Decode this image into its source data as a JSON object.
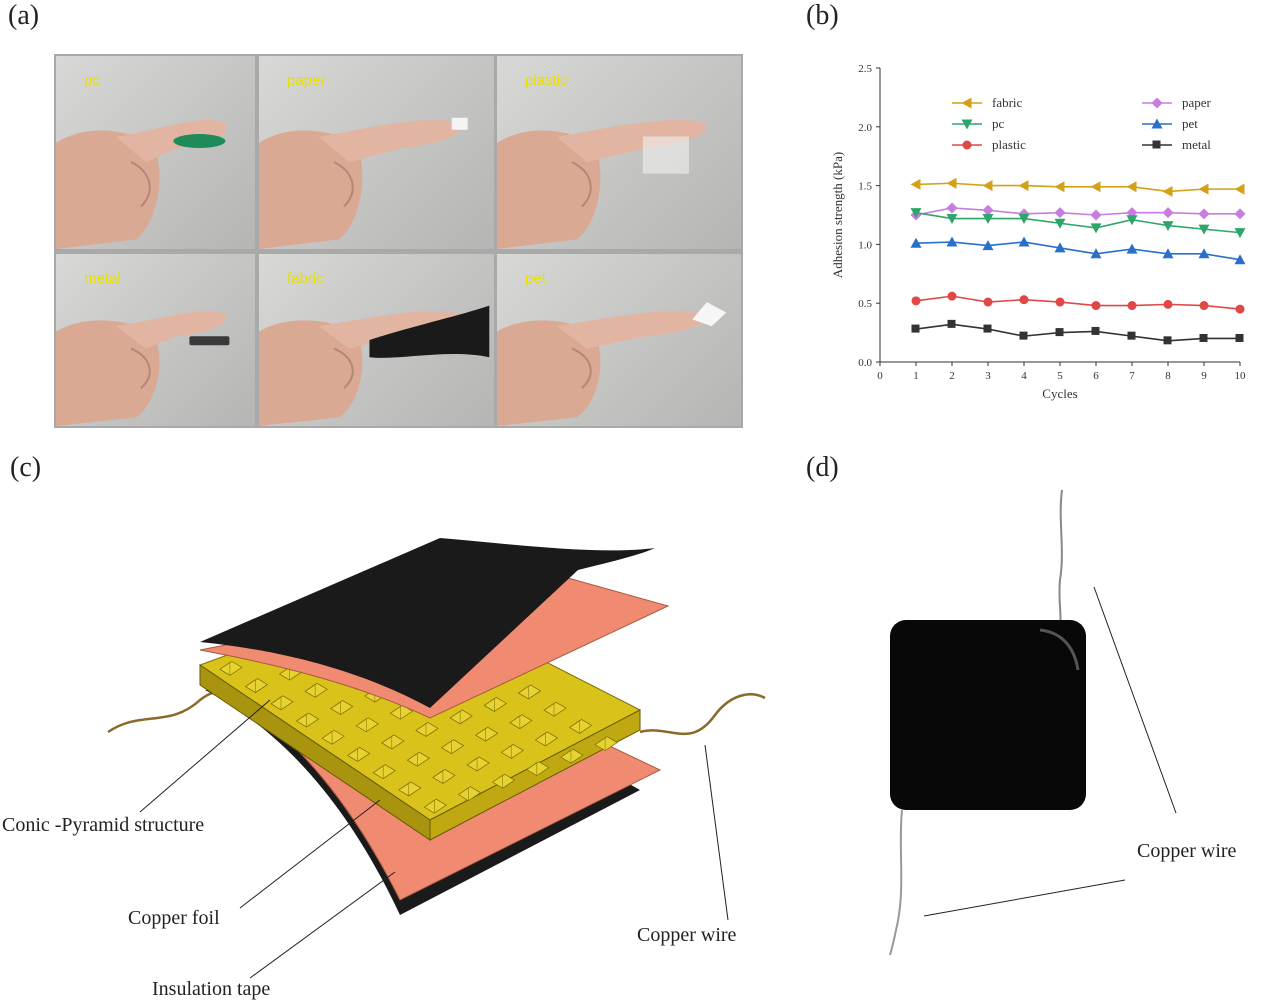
{
  "panels": {
    "a": "(a)",
    "b": "(b)",
    "c": "(c)",
    "d": "(d)"
  },
  "photos": [
    {
      "label": "pc",
      "object": "green-disc"
    },
    {
      "label": "paper",
      "object": "paper-strip"
    },
    {
      "label": "plastic",
      "object": "clear-film"
    },
    {
      "label": "metal",
      "object": "metal-piece"
    },
    {
      "label": "fabric",
      "object": "black-fabric"
    },
    {
      "label": "pet",
      "object": "pet-film"
    }
  ],
  "chart_data": {
    "type": "line",
    "xlabel": "Cycles",
    "ylabel": "Adhesion strength (kPa)",
    "xlim": [
      0,
      10
    ],
    "ylim": [
      0,
      2.5
    ],
    "xticks": [
      0,
      1,
      2,
      3,
      4,
      5,
      6,
      7,
      8,
      9,
      10
    ],
    "yticks": [
      0.0,
      0.5,
      1.0,
      1.5,
      2.0,
      2.5
    ],
    "grid": false,
    "legend_position": "top",
    "x": [
      1,
      2,
      3,
      4,
      5,
      6,
      7,
      8,
      9,
      10
    ],
    "series": [
      {
        "name": "fabric",
        "color": "#d4a017",
        "marker": "triangle-left",
        "values": [
          1.51,
          1.52,
          1.5,
          1.5,
          1.49,
          1.49,
          1.49,
          1.45,
          1.47,
          1.47
        ]
      },
      {
        "name": "paper",
        "color": "#c77de0",
        "marker": "diamond",
        "values": [
          1.25,
          1.31,
          1.29,
          1.26,
          1.27,
          1.25,
          1.27,
          1.27,
          1.26,
          1.26
        ]
      },
      {
        "name": "pc",
        "color": "#2ea66b",
        "marker": "triangle-down",
        "values": [
          1.27,
          1.22,
          1.22,
          1.22,
          1.18,
          1.14,
          1.21,
          1.16,
          1.13,
          1.1
        ]
      },
      {
        "name": "pet",
        "color": "#2a6fc9",
        "marker": "triangle-up",
        "values": [
          1.01,
          1.02,
          0.99,
          1.02,
          0.97,
          0.92,
          0.96,
          0.92,
          0.92,
          0.87
        ]
      },
      {
        "name": "plastic",
        "color": "#e04848",
        "marker": "circle",
        "values": [
          0.52,
          0.56,
          0.51,
          0.53,
          0.51,
          0.48,
          0.48,
          0.49,
          0.48,
          0.45
        ]
      },
      {
        "name": "metal",
        "color": "#333333",
        "marker": "square",
        "values": [
          0.28,
          0.32,
          0.28,
          0.22,
          0.25,
          0.26,
          0.22,
          0.18,
          0.2,
          0.2
        ]
      }
    ]
  },
  "diagram_c": {
    "labels": {
      "conic": "Conic -Pyramid structure",
      "copper_foil": "Copper foil",
      "insulation": "Insulation tape",
      "copper_wire": "Copper wire"
    },
    "colors": {
      "black_layer": "#1a1a1a",
      "copper": "#f08a70",
      "pyramid": "#d9c21a",
      "wire": "#8a6a2a"
    }
  },
  "photo_d": {
    "label": "Copper wire"
  }
}
